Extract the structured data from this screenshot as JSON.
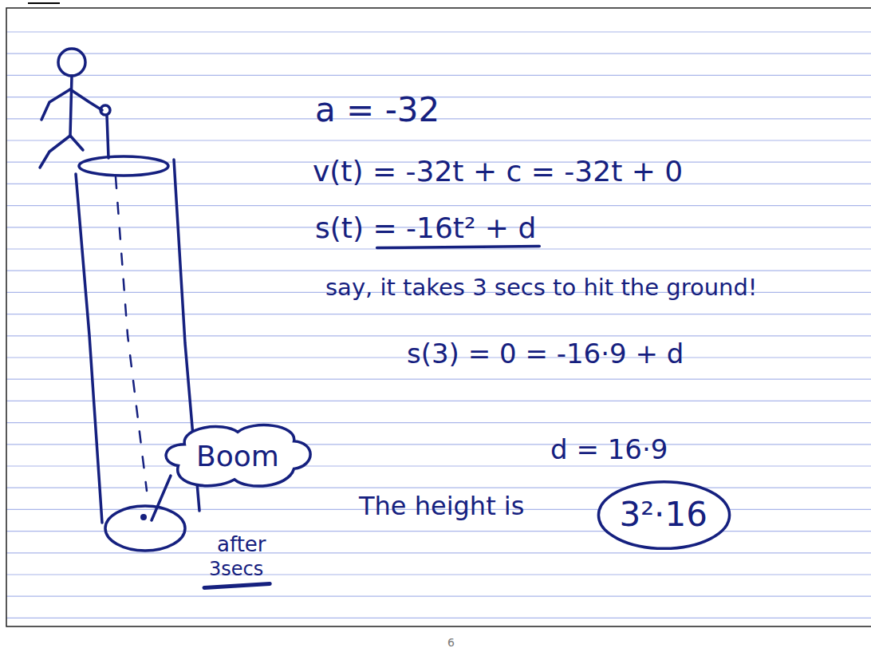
{
  "diagram": {
    "nodes": [
      {
        "text": [
          "Boom"
        ]
      },
      {
        "text": [
          "3²·16"
        ]
      }
    ],
    "labels": [
      "a = -32",
      "v(t) = -32t + c = -32t + 0",
      "s(t) = -16t² + d",
      "say, it takes 3 secs to hit the ground!",
      "s(3) = 0 = -16·9 + d",
      "d = 16·9",
      "The height is",
      "after",
      "3secs",
      "6"
    ]
  }
}
